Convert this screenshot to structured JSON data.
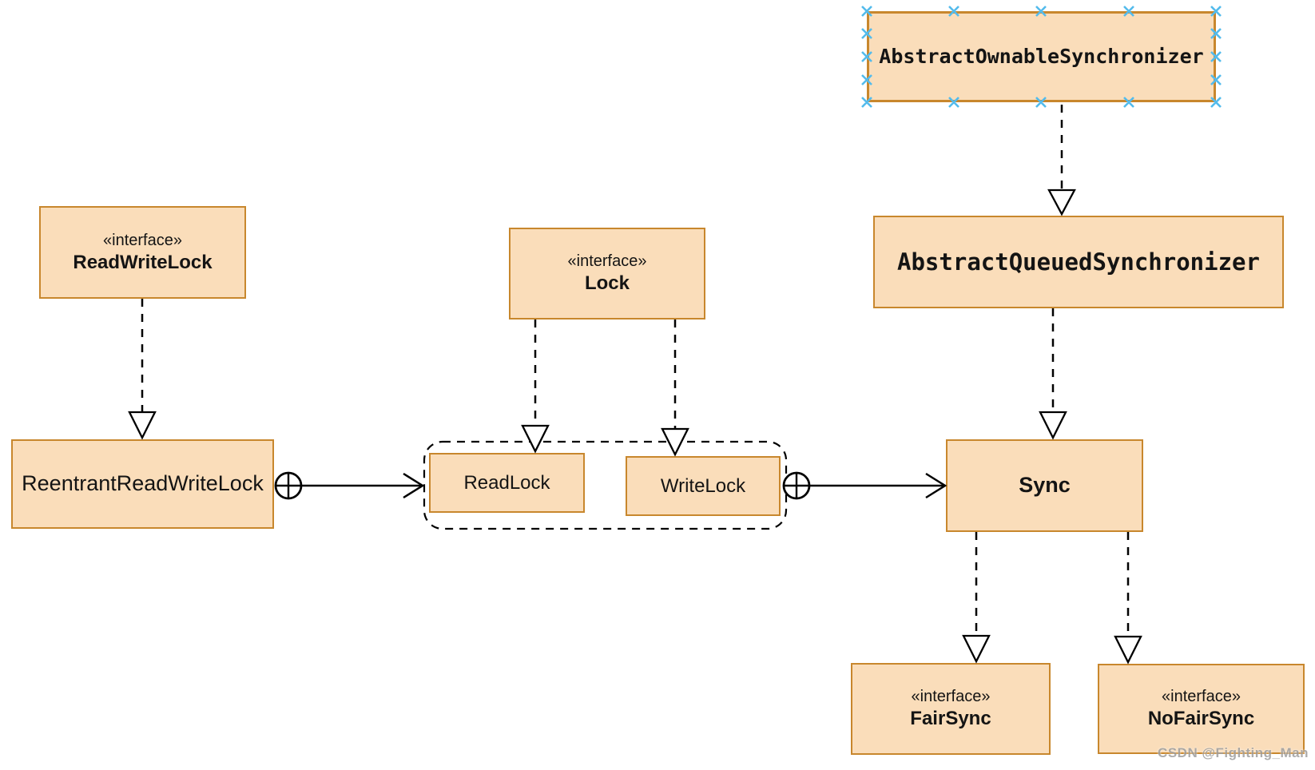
{
  "diagram": {
    "kind": "uml-class-diagram",
    "subject": "ReentrantReadWriteLock class structure",
    "nodes": {
      "aos": {
        "name": "AbstractOwnableSynchronizer",
        "selected": true
      },
      "aqs": {
        "name": "AbstractQueuedSynchronizer",
        "selected": false
      },
      "rwl": {
        "stereotype": "«interface»",
        "name": "ReadWriteLock"
      },
      "lock": {
        "stereotype": "«interface»",
        "name": "Lock"
      },
      "reentrant": {
        "name": "ReentrantReadWriteLock"
      },
      "readlock": {
        "name": "ReadLock"
      },
      "writelock": {
        "name": "WriteLock"
      },
      "sync": {
        "name": "Sync"
      },
      "fairsync": {
        "stereotype": "«interface»",
        "name": "FairSync"
      },
      "nofairsync": {
        "stereotype": "«interface»",
        "name": "NoFairSync"
      }
    },
    "edges": [
      {
        "from": "aos",
        "to": "aqs",
        "line": "dashed",
        "head": "hollow-triangle"
      },
      {
        "from": "rwl",
        "to": "reentrant",
        "line": "dashed",
        "head": "hollow-triangle"
      },
      {
        "from": "lock",
        "to": "readlock",
        "line": "dashed",
        "head": "hollow-triangle"
      },
      {
        "from": "lock",
        "to": "writelock",
        "line": "dashed",
        "head": "hollow-triangle"
      },
      {
        "from": "aqs",
        "to": "sync",
        "line": "dashed",
        "head": "hollow-triangle"
      },
      {
        "from": "reentrant",
        "to": "lock-group",
        "line": "solid",
        "tail": "circle-plus",
        "head": "open-arrow"
      },
      {
        "from": "lock-group",
        "to": "sync",
        "line": "solid",
        "tail": "circle-plus",
        "head": "open-arrow"
      },
      {
        "from": "sync",
        "to": "fairsync",
        "line": "dashed",
        "head": "hollow-triangle"
      },
      {
        "from": "sync",
        "to": "nofairsync",
        "line": "dashed",
        "head": "hollow-triangle"
      }
    ],
    "groups": [
      {
        "id": "lock-group",
        "members": [
          "readlock",
          "writelock"
        ],
        "border": "dashed-rounded"
      }
    ],
    "colors": {
      "node_fill": "#FADDBA",
      "node_border": "#C8872D",
      "connector": "#000000",
      "selection_handle": "#53BBEC",
      "watermark": "#9E9E9E"
    },
    "watermark": "CSDN @Fighting_Man"
  }
}
